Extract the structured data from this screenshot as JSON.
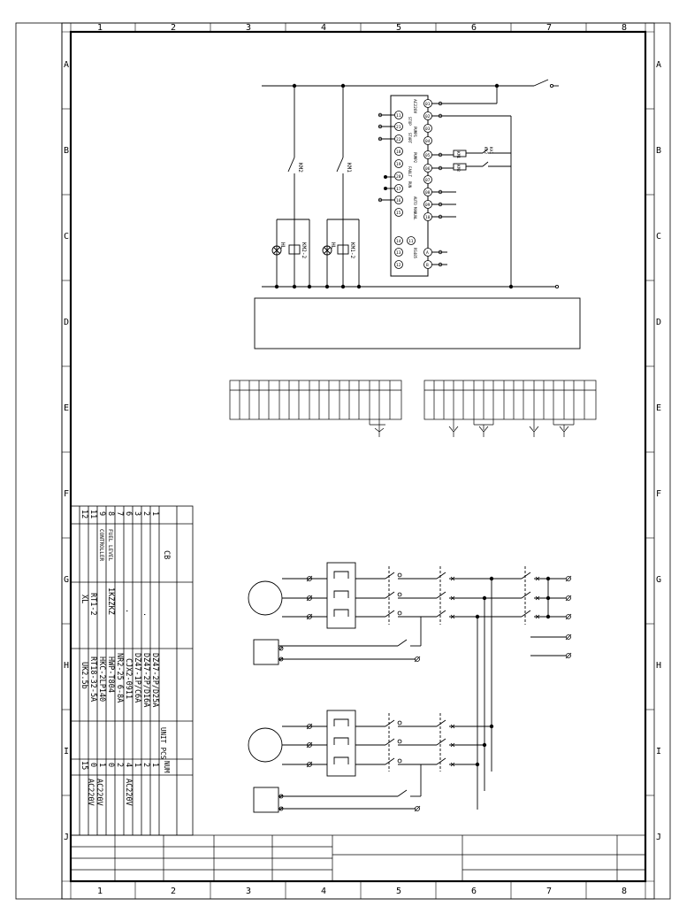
{
  "border": {
    "cols": [
      "1",
      "2",
      "3",
      "4",
      "5",
      "6",
      "7",
      "8"
    ],
    "rows": [
      "A",
      "B",
      "C",
      "D",
      "E",
      "F",
      "G",
      "H",
      "I",
      "J"
    ]
  },
  "control": {
    "km2": "KM2",
    "km1": "KM1",
    "hl": "HL",
    "km1_2": "KM1-2",
    "km2_2": "KM2-2",
    "controller_left": [
      "11",
      "21",
      "22",
      "18",
      "19",
      "20",
      "17",
      "16",
      "15"
    ],
    "controller_right": [
      "01",
      "02",
      "03",
      "04",
      "05",
      "06",
      "07",
      "08",
      "09",
      "10"
    ],
    "controller_bottom": [
      "14",
      "13",
      "12",
      "11"
    ],
    "rs485": [
      "A",
      "B"
    ],
    "lbl_ac220": "AC220V",
    "lbl_stop": "STOP",
    "lbl_pump1": "PUMP1",
    "lbl_pump2": "PUMP2",
    "lbl_start": "START",
    "lbl_run": "RUN",
    "lbl_auto_manual": "AUTO MANUAL",
    "lbl_rs485": "RS485",
    "lbl_fault": "FAULT",
    "relay_ka1": "KA1",
    "relay_ka2": "KA2",
    "relay_km1": "KM1",
    "relay_km2": "KM2"
  },
  "bom": {
    "header": {
      "no": "",
      "name": "CB",
      "type": "",
      "spec": "",
      "unit": "UNIT PCS",
      "num": "NUM",
      "remark": ""
    },
    "rows": [
      {
        "no": "1",
        "name": "",
        "type": "",
        "spec": "DZ47-2P/D25A",
        "unit": "",
        "num": "1",
        "remark": ""
      },
      {
        "no": "2",
        "name": "",
        "type": ".",
        "spec": "DZ47-2P/D16A",
        "unit": "",
        "num": "2",
        "remark": ""
      },
      {
        "no": "3",
        "name": "",
        "type": "",
        "spec": "DZ47-1P/C6A",
        "unit": "",
        "num": "1",
        "remark": ""
      },
      {
        "no": "6",
        "name": "",
        "type": ".",
        "spec": "CJX2-0911",
        "unit": "",
        "num": "4",
        "remark": "AC220V"
      },
      {
        "no": "7",
        "name": "",
        "type": "",
        "spec": "NR2-25 6-8A",
        "unit": "",
        "num": "2",
        "remark": ""
      },
      {
        "no": "8",
        "name": "FUEL LEVEL",
        "type": "1KZZKZ",
        "spec": "HWP-T804",
        "unit": "",
        "num": "0",
        "remark": ""
      },
      {
        "no": "9",
        "name": "CONTROLLER",
        "type": "",
        "spec": "HKC-2LP140",
        "unit": "",
        "num": "1",
        "remark": "AC220V"
      },
      {
        "no": "11",
        "name": "",
        "type": "RT1-2",
        "spec": "RT18-32-5A",
        "unit": "",
        "num": "0",
        "remark": "AC220V"
      },
      {
        "no": "12",
        "name": "",
        "type": "XL",
        "spec": "UK2.5b",
        "unit": "",
        "num": "15",
        "remark": ""
      }
    ]
  }
}
